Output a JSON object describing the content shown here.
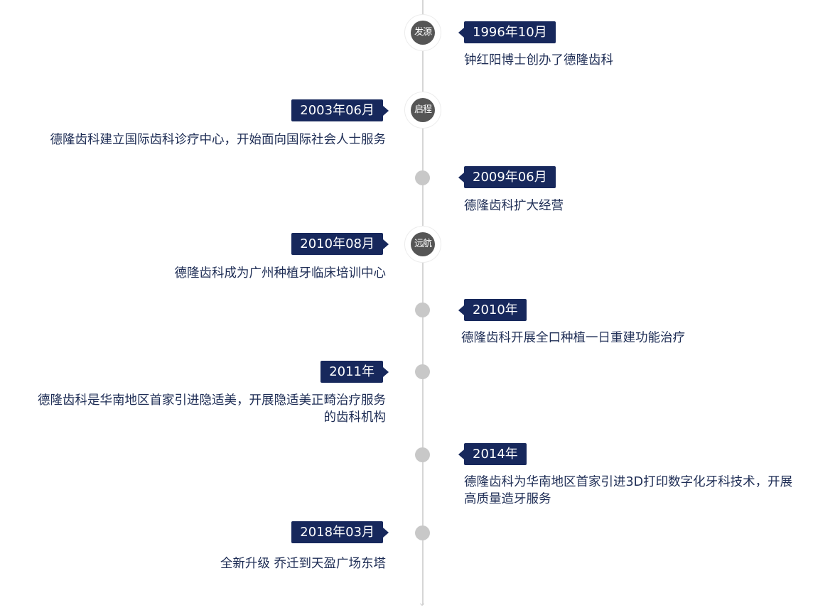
{
  "timeline": {
    "events": [
      {
        "date": "1996年10月",
        "stage": "发源",
        "description": "钟红阳博士创办了德隆齿科"
      },
      {
        "date": "2003年06月",
        "stage": "启程",
        "description": "德隆齿科建立国际齿科诊疗中心，开始面向国际社会人士服务"
      },
      {
        "date": "2009年06月",
        "stage": "",
        "description": "德隆齿科扩大经营"
      },
      {
        "date": "2010年08月",
        "stage": "远航",
        "description": "德隆齿科成为广州种植牙临床培训中心"
      },
      {
        "date": "2010年",
        "stage": "",
        "description": "德隆齿科开展全口种植一日重建功能治疗"
      },
      {
        "date": "2011年",
        "stage": "",
        "description_line1": "德隆齿科是华南地区首家引进隐适美，开展隐适美正畸治疗服务",
        "description_line2": "的齿科机构"
      },
      {
        "date": "2014年",
        "stage": "",
        "description_line1": "德隆齿科为华南地区首家引进3D打印数字化牙科技术，开展",
        "description_line2": "高质量造牙服务"
      },
      {
        "date": "2018年03月",
        "stage": "",
        "description": "全新升级 乔迁到天盈广场东塔"
      }
    ]
  },
  "colors": {
    "tag_background": "#17285c",
    "text": "#1e2d55",
    "node_fill": "#555555",
    "dot_fill": "#c8c8c8",
    "axis": "#d6d6d6"
  },
  "icons": {
    "axis_end": "chevron-down-icon"
  }
}
